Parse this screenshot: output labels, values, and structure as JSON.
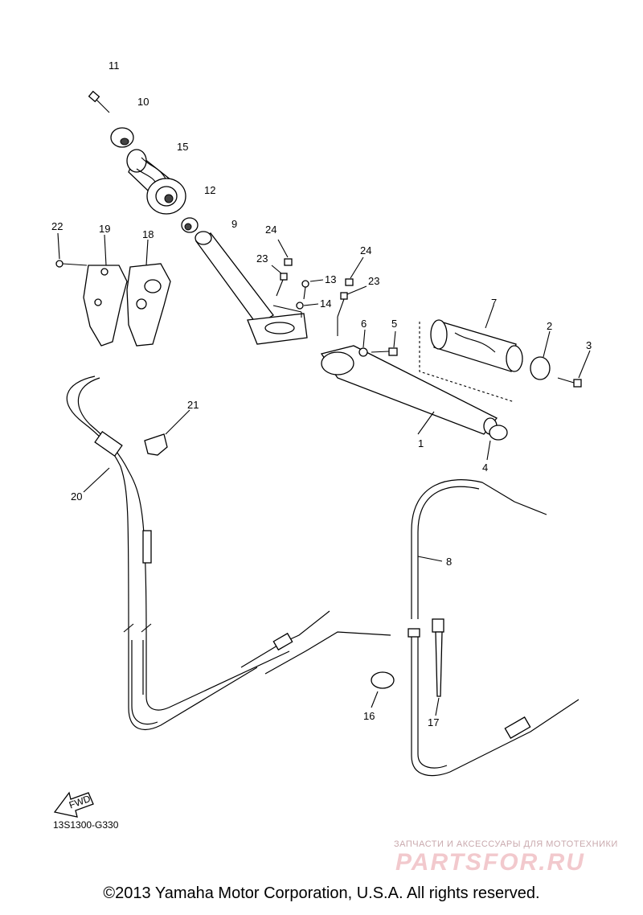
{
  "callouts": {
    "c1": "1",
    "c2": "2",
    "c3": "3",
    "c4": "4",
    "c5": "5",
    "c6": "6",
    "c7": "7",
    "c8": "8",
    "c9": "9",
    "c10": "10",
    "c11": "11",
    "c12": "12",
    "c13": "13",
    "c14": "14",
    "c15": "15",
    "c16": "16",
    "c17": "17",
    "c18": "18",
    "c19": "19",
    "c20": "20",
    "c21": "21",
    "c22": "22",
    "c23a": "23",
    "c23b": "23",
    "c24a": "24",
    "c24b": "24"
  },
  "fwd_label": "FWD",
  "diagram_code": "13S1300-G330",
  "copyright": "©2013 Yamaha Motor Corporation, U.S.A. All rights reserved.",
  "watermark": {
    "tagline": "ЗАПЧАСТИ И АКСЕССУАРЫ ДЛЯ МОТОТЕХНИКИ",
    "logo": "PARTSFOR.RU"
  }
}
